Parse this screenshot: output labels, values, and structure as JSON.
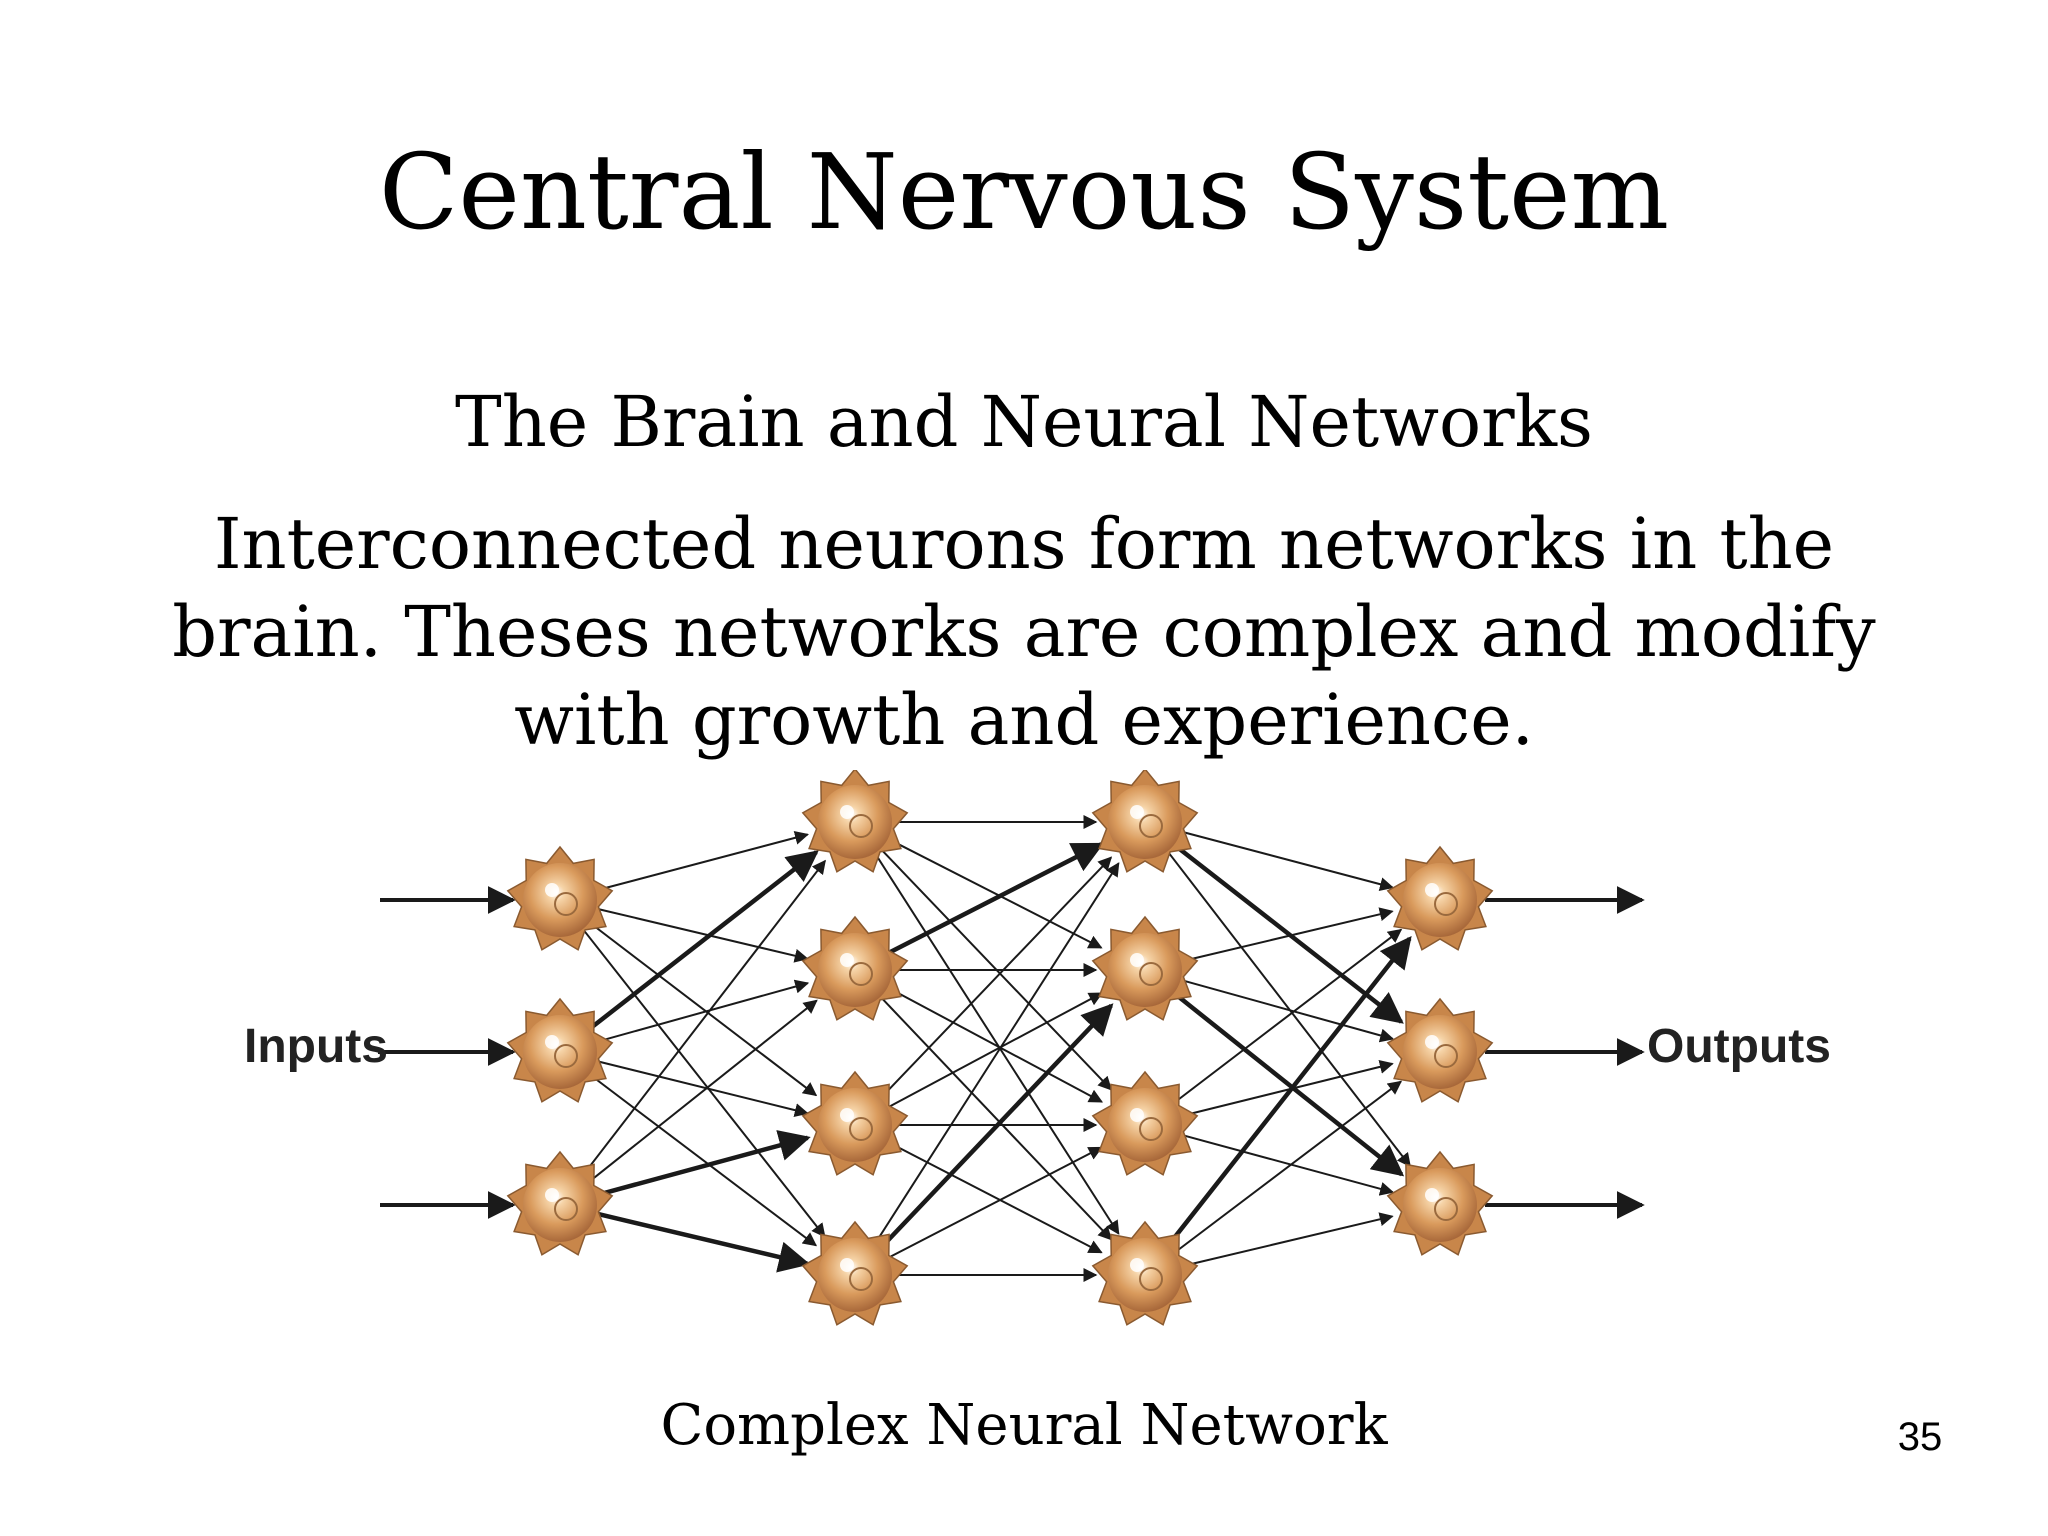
{
  "slide": {
    "title": "Central Nervous System",
    "subtitle": "The Brain and Neural Networks",
    "body": "Interconnected neurons form networks in the brain. Theses networks are complex and modify with growth and experience.",
    "caption": "Complex Neural Network",
    "page_number": "35"
  },
  "diagram": {
    "inputs_label": "Inputs",
    "outputs_label": "Outputs",
    "layers": [
      3,
      4,
      4,
      3
    ],
    "input_count": 3,
    "output_count": 3,
    "neuron_icon": "neuron-icon",
    "colors": {
      "neuron_outer": "#c8864a",
      "neuron_inner": "#f0c08a",
      "neuron_highlight": "#ffffff",
      "connection": "#1a1a1a"
    }
  }
}
